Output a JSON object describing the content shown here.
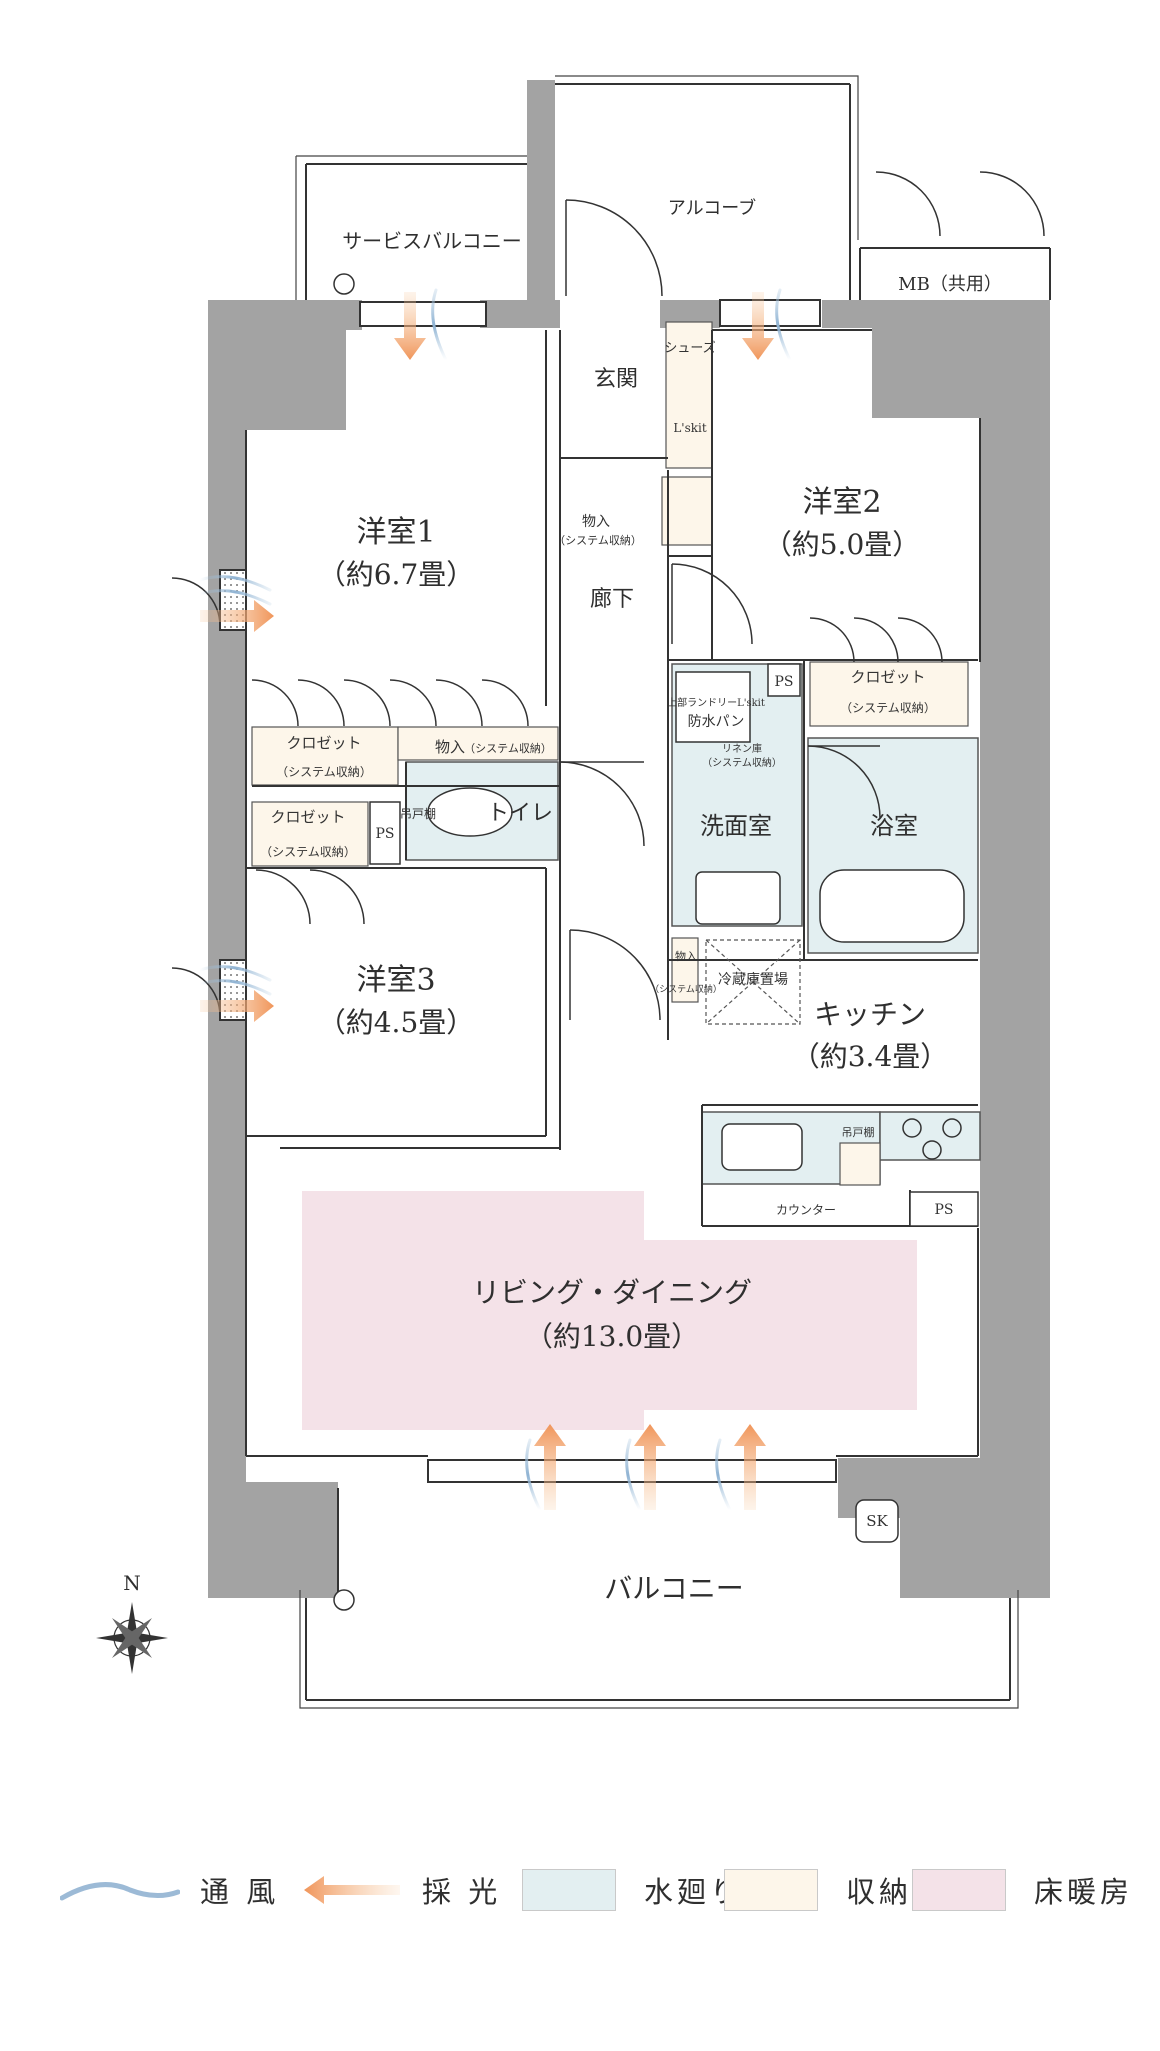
{
  "rooms": {
    "alcove": "アルコーブ",
    "service_balcony": "サービスバルコニー",
    "mb": "MB（共用）",
    "entrance": "玄関",
    "shoes": "シューズ",
    "shoes_sub": "L'skit",
    "western1": "洋室1",
    "western1_size": "（約6.7畳）",
    "western2": "洋室2",
    "western2_size": "（約5.0畳）",
    "western3": "洋室3",
    "western3_size": "（約4.5畳）",
    "hallway": "廊下",
    "storage_hall": "物入",
    "storage_hall_sub": "（システム収納）",
    "closet1": "クロゼット",
    "closet1_sub": "（システム収納）",
    "storage1": "物入",
    "storage1_sub": "（システム収納）",
    "closet3": "クロゼット",
    "closet3_sub": "（システム収納）",
    "closet2": "クロゼット",
    "closet2_sub": "（システム収納）",
    "ps": "PS",
    "toilet": "トイレ",
    "hanging_shelf": "吊戸棚",
    "upper_laundry": "上部ランドリーL'skit",
    "waterproof_pan": "防水パン",
    "linen": "リネン庫",
    "linen_sub": "（システム収納）",
    "washroom": "洗面室",
    "bath": "浴室",
    "storage_kitchen": "物入",
    "storage_kitchen_sub": "（システム収納）",
    "fridge": "冷蔵庫置場",
    "kitchen": "キッチン",
    "kitchen_size": "（約3.4畳）",
    "kitchen_shelf": "吊戸棚",
    "counter": "カウンター",
    "living": "リビング・ダイニング",
    "living_size": "（約13.0畳）",
    "balcony": "バルコニー",
    "sk": "SK",
    "north": "N"
  },
  "legend": {
    "ventilation": "通 風",
    "daylight": "採 光",
    "water": "水廻り",
    "storage": "収納",
    "floor_heating": "床暖房"
  },
  "colors": {
    "wall": "#a3a3a3",
    "water_area": "#e3eff1",
    "storage_area": "#fdf6ea",
    "floor_heating": "#f4e2e8",
    "light_arrow": "#f2a464",
    "wind": "#a9c6de"
  }
}
